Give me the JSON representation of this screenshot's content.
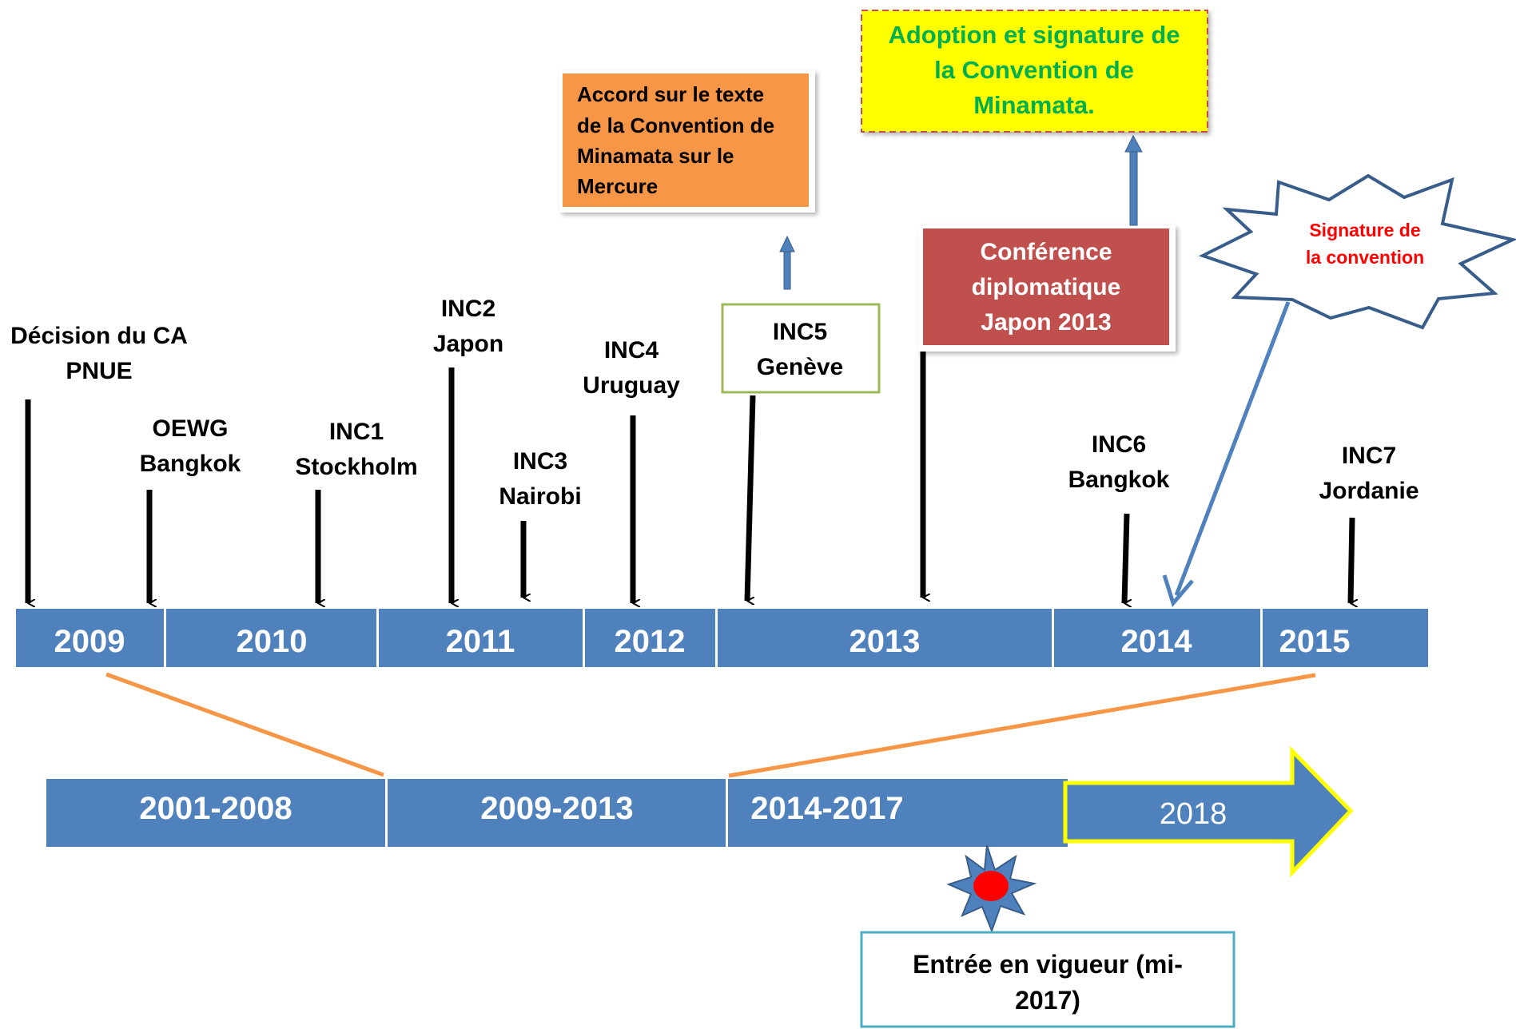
{
  "top_timeline": {
    "years": [
      "2009",
      "2010",
      "2011",
      "2012",
      "2013",
      "2014",
      "2015"
    ]
  },
  "events": {
    "decision_ca": [
      "Décision du CA",
      "PNUE"
    ],
    "oewg": [
      "OEWG",
      "Bangkok"
    ],
    "inc1": [
      "INC1",
      "Stockholm"
    ],
    "inc2": [
      "INC2",
      "Japon"
    ],
    "inc3": [
      "INC3",
      "Nairobi"
    ],
    "inc4": [
      "INC4",
      "Uruguay"
    ],
    "inc5": [
      "INC5",
      "Genève"
    ],
    "inc6": [
      "INC6",
      "Bangkok"
    ],
    "inc7": [
      "INC7",
      "Jordanie"
    ]
  },
  "boxes": {
    "accord": [
      "Accord sur le texte",
      "de la Convention de",
      "Minamata sur le",
      "Mercure"
    ],
    "conference": [
      "Conférence",
      "diplomatique",
      "Japon 2013"
    ],
    "adoption": [
      "Adoption et signature de",
      "la Convention de",
      "Minamata."
    ],
    "signature": [
      "Signature de",
      "la convention"
    ],
    "entree": [
      "Entrée en vigueur (mi-",
      "2017)"
    ]
  },
  "bottom_timeline": {
    "periods": [
      "2001-2008",
      "2009-2013",
      "2014-2017"
    ],
    "arrow_label": "2018"
  },
  "colors": {
    "timeline_blue": "#4f81bd",
    "accord_orange": "#f79646",
    "conference_red": "#c0504d",
    "adoption_yellow": "#ffff00",
    "adoption_text_green": "#00b050",
    "signature_red": "#ff0000",
    "connector_orange": "#f79646",
    "inc5_border_green": "#9bbb59",
    "entree_border_teal": "#4bacc6",
    "arrow_outline_yellow": "#ffff00"
  }
}
